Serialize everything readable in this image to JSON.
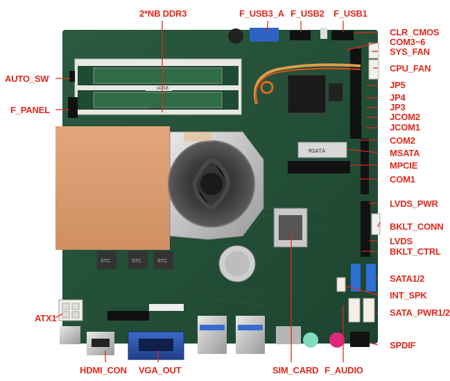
{
  "labels": {
    "ddr3": "2*NB DDR3",
    "f_usb3_a": "F_USB3_A",
    "f_usb2": "F_USB2",
    "f_usb1": "F_USB1",
    "clr_cmos": "CLR_CMOS",
    "com3_6": "COM3~6",
    "sys_fan": "SYS_FAN",
    "cpu_fan": "CPU_FAN",
    "auto_sw": "AUTO_SW",
    "jp5": "JP5",
    "jp4": "JP4",
    "jp3": "JP3",
    "jcom2": "JCOM2",
    "jcom1": "JCOM1",
    "f_panel": "F_PANEL",
    "com2": "COM2",
    "msata": "MSATA",
    "mpcie": "MPCIE",
    "com1": "COM1",
    "lvds_pwr": "LVDS_PWR",
    "bklt_conn": "BKLT_CONN",
    "lvds": "LVDS",
    "bklt_ctrl": "BKLT_CTRL",
    "sata1_2": "SATA1/2",
    "int_spk": "INT_SPK",
    "sata_pwr1_2": "SATA_PWR1/2",
    "atx1": "ATX1",
    "spdif": "SPDIF",
    "hdmi_con": "HDMI_CON",
    "vga_out": "VGA_OUT",
    "sim_card": "SIM_CARD",
    "f_audio": "F_AUDIO"
  },
  "board_print": {
    "dimm_label_1": "1ATKB",
    "dimm_label_2": "1ALKA",
    "msata_print": "MSATA",
    "stc": "STC"
  },
  "colors": {
    "label": "#e0281c",
    "pcb": "#1f4a33",
    "heatsink": "#d99a6e"
  }
}
